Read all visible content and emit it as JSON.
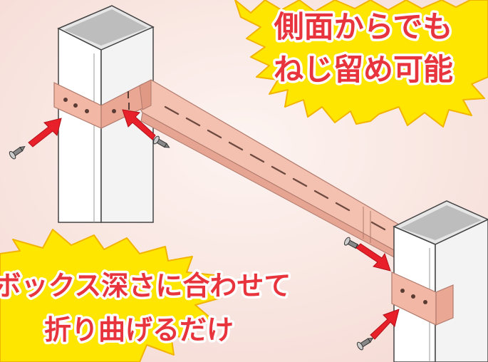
{
  "callout_top": {
    "line1": "側面からでも",
    "line2": "ねじ留め可能"
  },
  "callout_bottom": {
    "line1": "ボックス深さに合わせて",
    "line2": "折り曲げるだけ"
  },
  "colors": {
    "background": "#fbeae6",
    "burst_fill": "#ffe600",
    "burst_stroke": "#f2b400",
    "text_fill": "#e8343c",
    "text_stroke": "#ffffff",
    "bracket": "#f2b7a5",
    "bracket_edge": "#c78a7a",
    "arrow": "#e8202a",
    "post": "#ffffff",
    "post_edge": "#555555"
  },
  "icons": [
    "screw-icon",
    "arrow-icon"
  ]
}
